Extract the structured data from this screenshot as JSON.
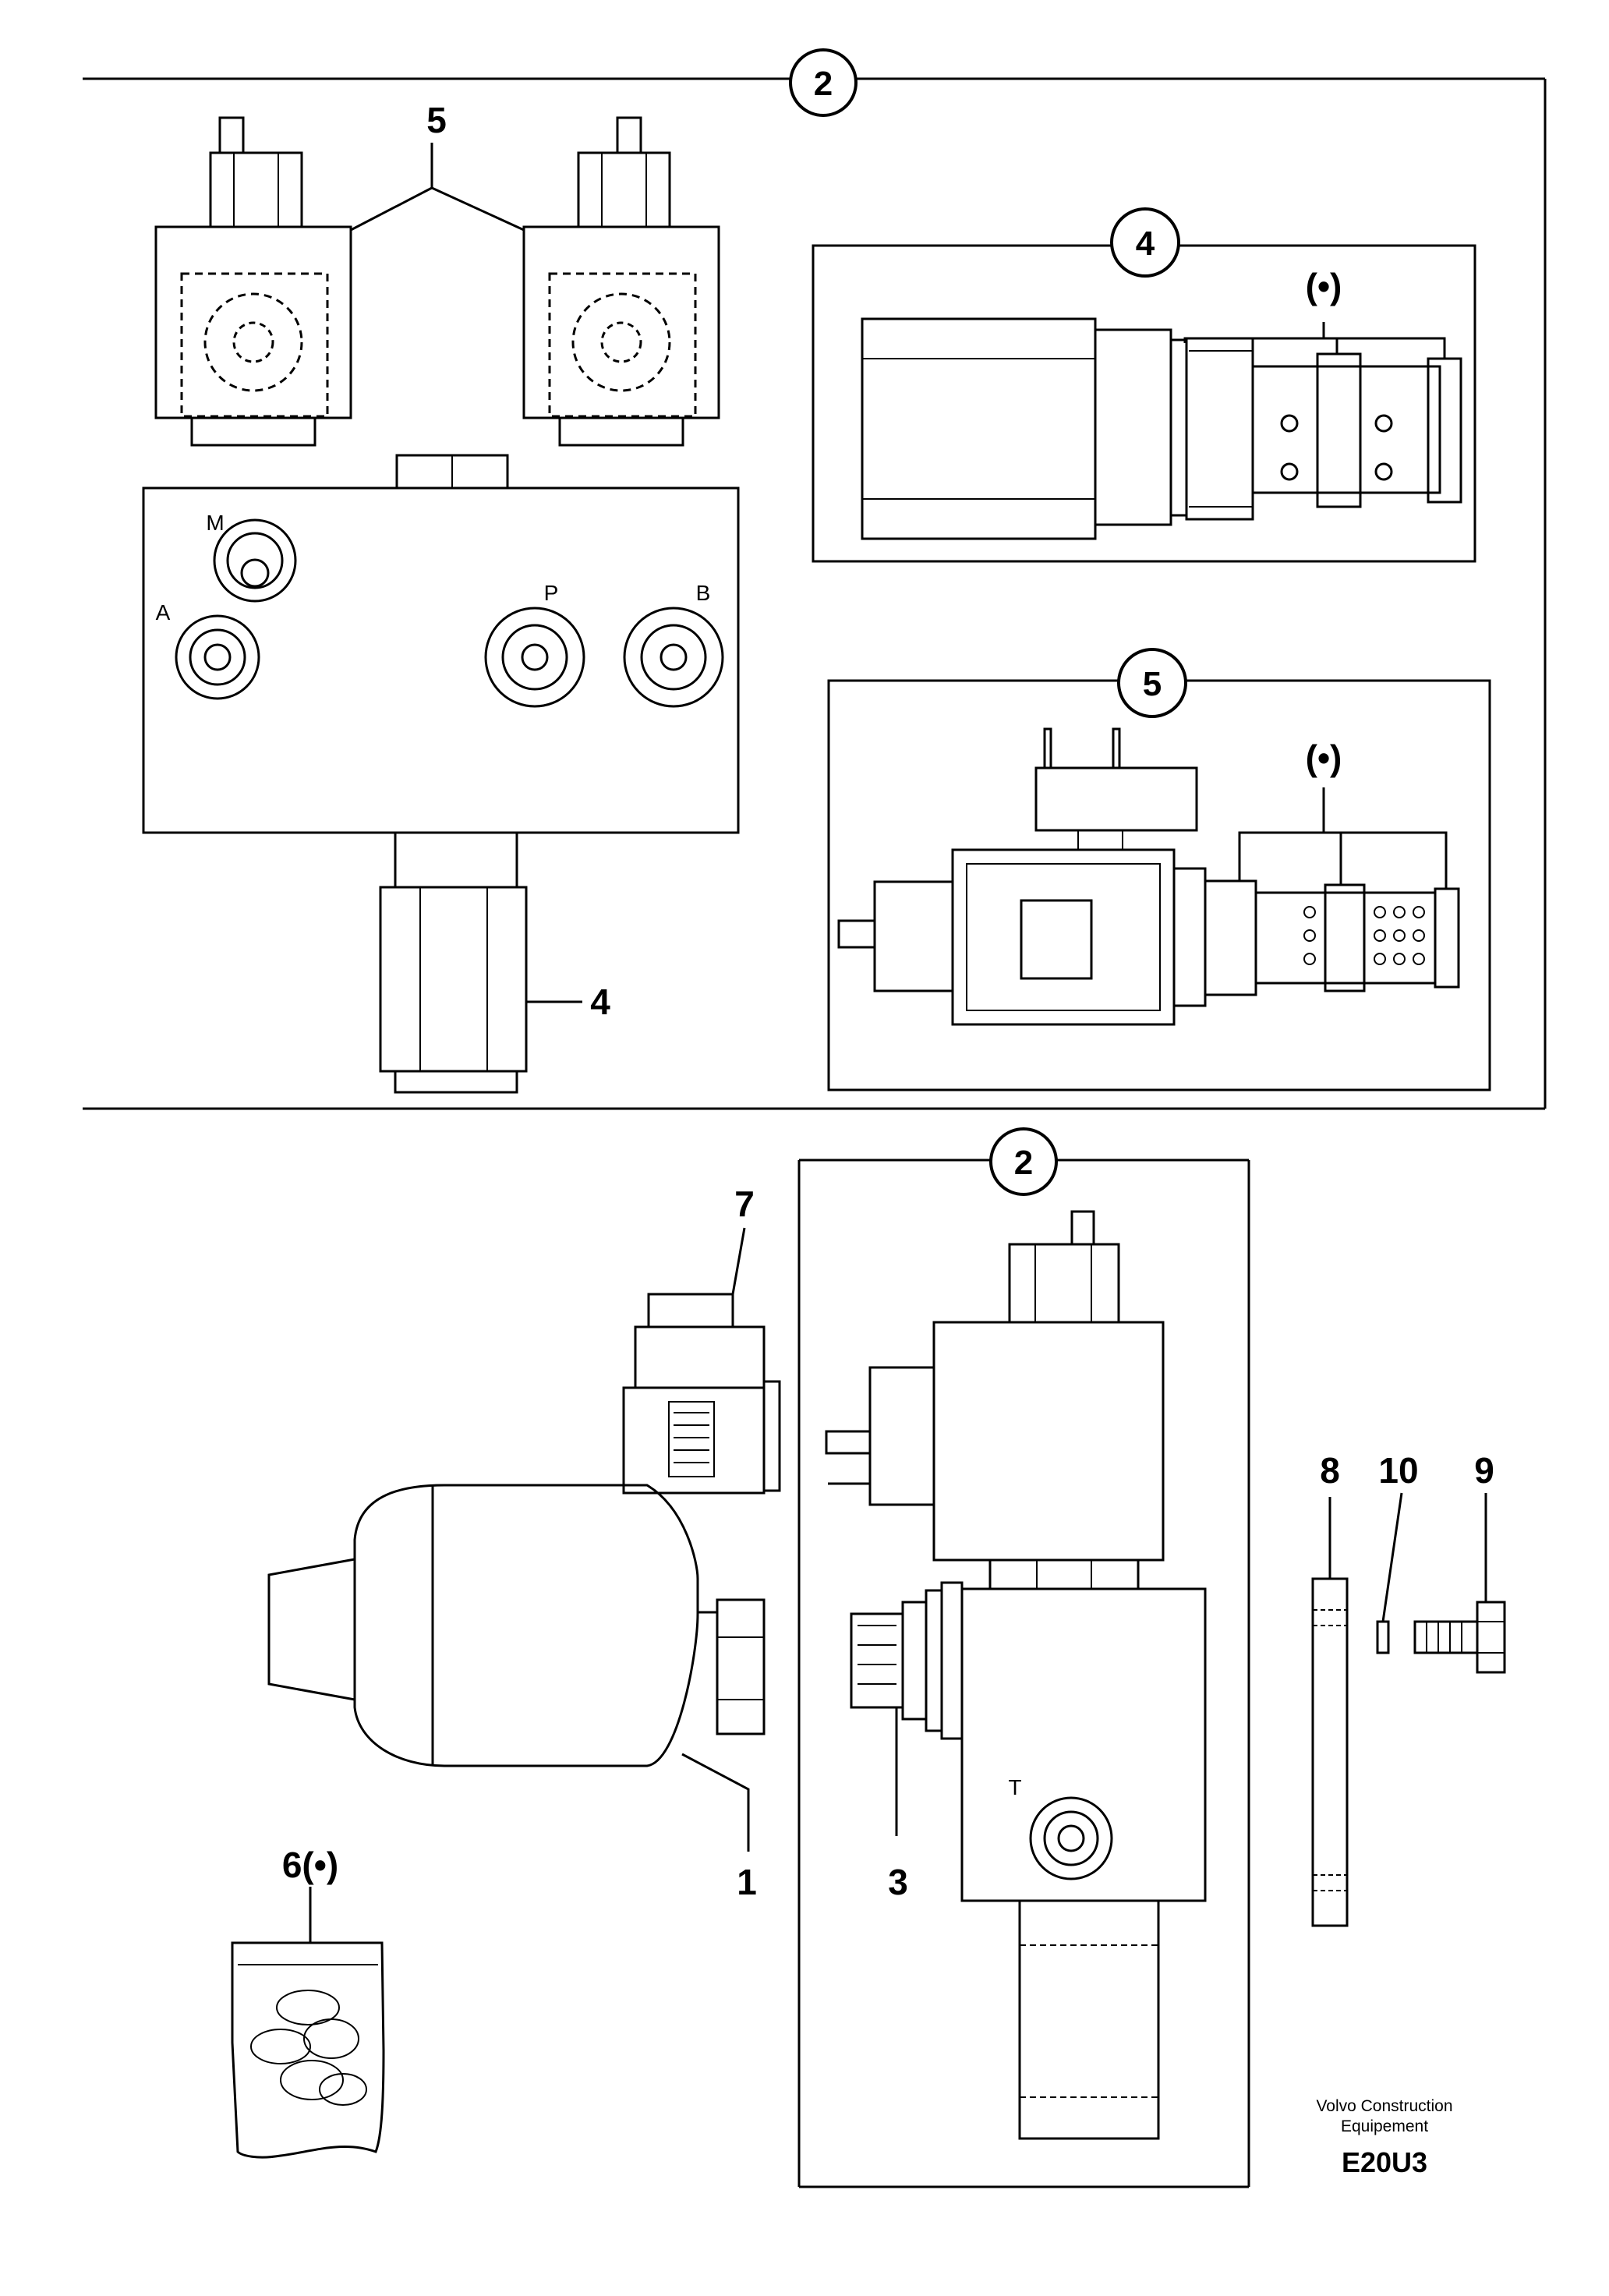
{
  "callouts": {
    "top_section": "2",
    "bottom_section": "2",
    "solenoid_pair": "5",
    "check_valve": "4",
    "detail_4": "4",
    "detail_5": "5",
    "detail_4_marker": "(•)",
    "detail_5_marker": "(•)",
    "accumulator": "1",
    "fitting": "3",
    "seal_kit": "6(•)",
    "connector": "7",
    "bracket": "8",
    "bolt": "9",
    "washer": "10"
  },
  "ports": {
    "m": "M",
    "a": "A",
    "p": "P",
    "b": "B",
    "t": "T"
  },
  "footer": {
    "brand_line1": "Volvo Construction",
    "brand_line2": "Equipement",
    "code": "E20U3"
  }
}
